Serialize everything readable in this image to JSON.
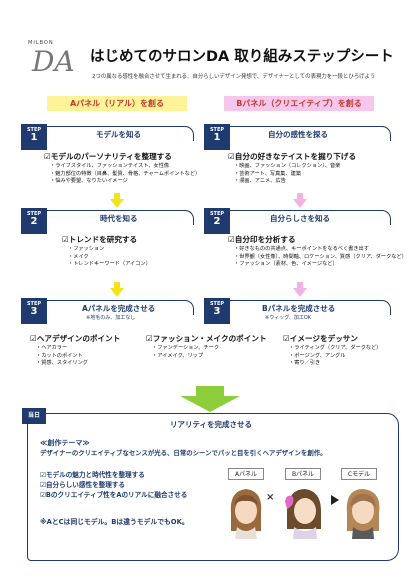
{
  "logo": {
    "brand": "MILBON",
    "mark": "DA"
  },
  "title": "はじめてのサロンDA 取り組みステップシート",
  "subtitle": "2つの異なる感性を融合させて生まれる、自分らしいデザイン発想で、デザイナーとしての表現力を一段とひろげよう",
  "headers": {
    "a": "Aパネル（リアル）を創る",
    "b": "Bパネル（クリエイティブ）を創る"
  },
  "step_label": "STEP",
  "steps": [
    {
      "num": "1",
      "a_title": "モデルを知る",
      "b_title": "自分の感性を探る"
    },
    {
      "num": "2",
      "a_title": "時代を知る",
      "b_title": "自分らしさを知る"
    },
    {
      "num": "3",
      "a_title": "Aパネルを完成させる",
      "a_note": "※地毛のみ、加工なし",
      "b_title": "Bパネルを完成させる",
      "b_note": "※ウィッグ、加工OK"
    }
  ],
  "step1": {
    "a_heading": "☑モデルのパーソナリティを整理する",
    "a_items": [
      "ライフスタイル、ファッションテイスト、女性像",
      "魅力部位の特徴（目鼻、髪質、骨格、チャームポイントなど）",
      "悩みや要望、なりたいイメージ"
    ],
    "b_heading": "☑自分の好きなテイストを掘り下げる",
    "b_items": [
      "映画、ファッション（コレクション）、音楽",
      "芸術アート、写真集、建築",
      "漫画、アニメ、広告"
    ]
  },
  "step2": {
    "a_heading": "☑トレンドを研究する",
    "a_items": [
      "ファッション",
      "メイク",
      "トレンドキーワード（アイコン）"
    ],
    "b_heading": "☑自分印を分析する",
    "b_items": [
      "好きなものの共通点、キーポイントをなるべく書き出す",
      "世界観（女性像）、時間軸、ロケーション、質感（クリア、ダークなど）",
      "ファッション（素材、色、イメージなど）"
    ]
  },
  "step3": {
    "hair_heading": "☑ヘアデザインのポイント",
    "hair_items": [
      "ヘアカラー",
      "カットのポイント",
      "質感、スタイリング"
    ],
    "fashion_heading": "☑ファッション・メイクのポイント",
    "fashion_items": [
      "ファンデーション、チーク",
      "アイメイク、リップ"
    ],
    "image_heading": "☑イメージをデッサン",
    "image_items": [
      "ライティング（クリア、ダークなど）",
      "ポージング、アングル",
      "寄り／引き"
    ]
  },
  "final": {
    "badge": "当日",
    "title": "リアリティを完成させる",
    "theme_heading": "≪創作テーマ≫",
    "theme": "デザイナーのクリエイティブなセンスが光る、日常のシーンでパッと目を引くヘアデザインを創作。",
    "checks": [
      "☑モデルの魅力と時代性を整理する",
      "☑自分らしい感性を整理する",
      "☑Bのクリエイティブ性をAのリアルに融合させる"
    ],
    "note": "※AとCは同じモデル。Bは違うモデルでもOK。",
    "models": [
      "Aパネル",
      "Bパネル",
      "Cモデル"
    ],
    "times": "×"
  },
  "colors": {
    "navy": "#1f3a6e",
    "yellow": "#fff39a",
    "pink": "#f6c7ec",
    "green": "#8ccf3a"
  }
}
